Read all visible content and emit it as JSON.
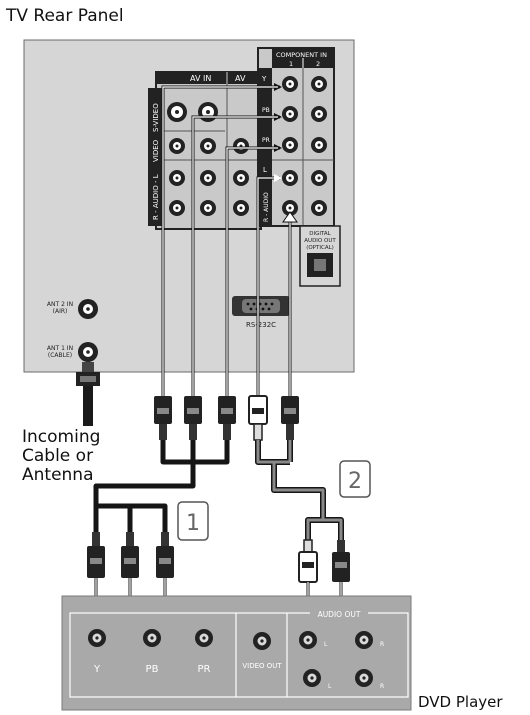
{
  "diagram": {
    "title": "TV Rear Panel",
    "incoming_label": "Incoming Cable or Antenna",
    "dvd_label": "DVD Player",
    "tv_panel": {
      "component_in_label": "COMPONENT IN",
      "component_in_cols": [
        "1",
        "2"
      ],
      "av_in_label": "AV IN",
      "av_label": "AV",
      "svideo_label": "S-VIDEO",
      "video_label": "VIDEO",
      "audio_label": "R - AUDIO - L",
      "comp_audio_label": "R - AUDIO",
      "component_row_labels": [
        "Y",
        "PB",
        "PR",
        "L",
        "R"
      ],
      "digital_audio_out_lines": [
        "DIGITAL",
        "AUDIO OUT",
        "(OPTICAL)"
      ],
      "rs232c_label": "RS-232C",
      "ant2_lines": [
        "ANT 2 IN",
        "(AIR)"
      ],
      "ant1_lines": [
        "ANT 1 IN",
        "(CABLE)"
      ]
    },
    "cable_badges": [
      "1",
      "2"
    ],
    "dvd_panel": {
      "component_labels": [
        "Y",
        "PB",
        "PR"
      ],
      "video_out_label": "VIDEO OUT",
      "audio_out_label": "AUDIO OUT",
      "audio_channel_labels": [
        "L",
        "R",
        "L",
        "R"
      ]
    },
    "colors": {
      "panel_fill": "#d6d6d6",
      "panel_stroke": "#6b6b6b",
      "cable": "#151515",
      "cable_grey": "#7a7a7a",
      "background": "#ffffff"
    }
  }
}
